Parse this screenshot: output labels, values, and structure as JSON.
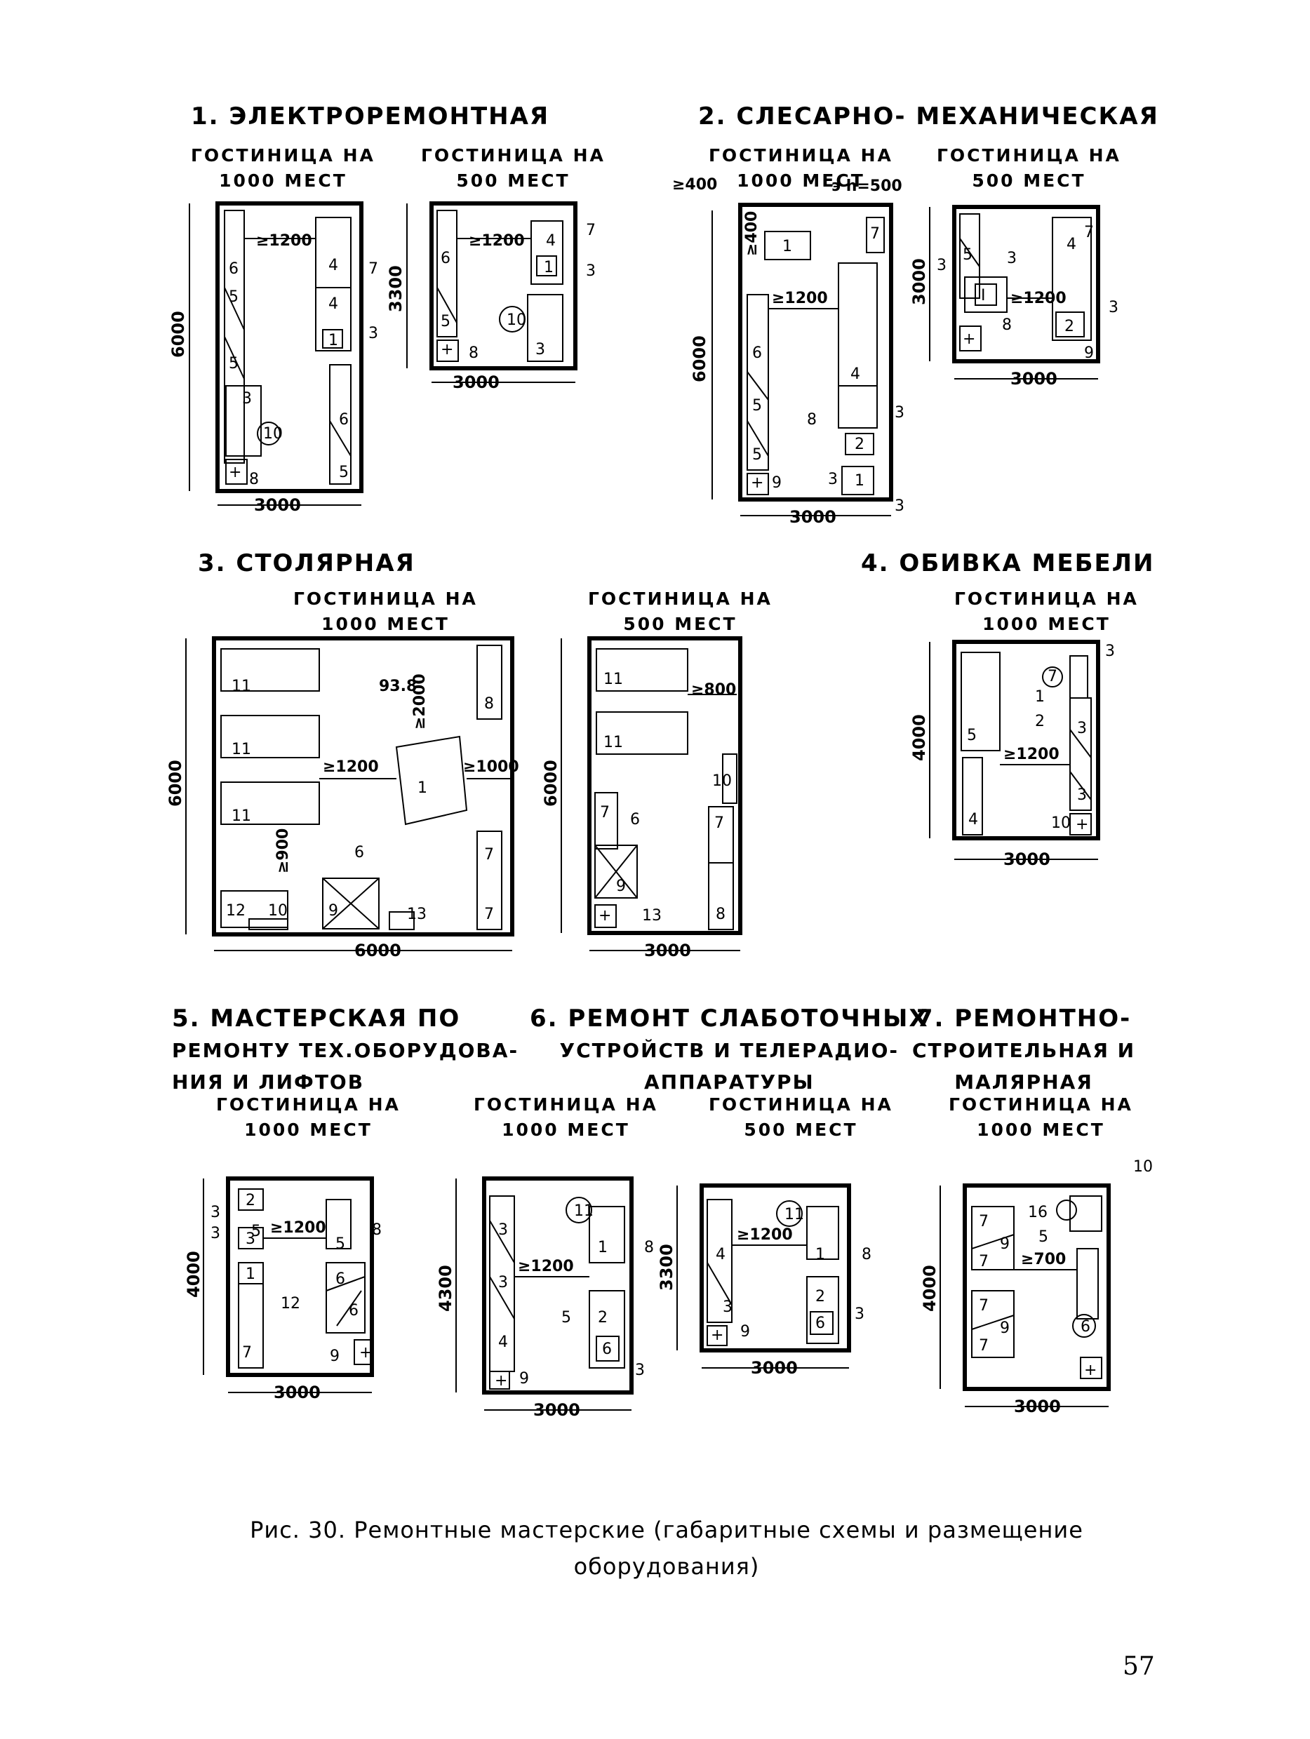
{
  "sections": {
    "s1": {
      "title": "1. ЭЛЕКТРОРЕМОНТНАЯ",
      "sub_a": [
        "ГОСТИНИЦА НА",
        "1000 МЕСТ"
      ],
      "sub_b": [
        "ГОСТИНИЦА НА",
        "500 МЕСТ"
      ]
    },
    "s2": {
      "title": "2. СЛЕСАРНО- МЕХАНИЧЕСКАЯ",
      "sub_a": [
        "ГОСТИНИЦА НА",
        "1000 МЕСТ"
      ],
      "sub_b": [
        "ГОСТИНИЦА НА",
        "500 МЕСТ"
      ]
    },
    "s3": {
      "title": "3. СТОЛЯРНАЯ",
      "sub_a": [
        "ГОСТИНИЦА НА",
        "1000 МЕСТ"
      ],
      "sub_b": [
        "ГОСТИНИЦА НА",
        "500 МЕСТ"
      ]
    },
    "s4": {
      "title": "4. ОБИВКА МЕБЕЛИ",
      "sub_a": [
        "ГОСТИНИЦА НА",
        "1000 МЕСТ"
      ]
    },
    "s5": {
      "title": [
        "5. МАСТЕРСКАЯ ПО",
        "РЕМОНТУ ТЕХ.ОБОРУДОВА-",
        "НИЯ И ЛИФТОВ"
      ],
      "sub_a": [
        "ГОСТИНИЦА НА",
        "1000 МЕСТ"
      ]
    },
    "s6": {
      "title": [
        "6. РЕМОНТ СЛАБОТОЧНЫХ",
        "УСТРОЙСТВ И ТЕЛЕРАДИО-",
        "АППАРАТУРЫ"
      ],
      "sub_a": [
        "ГОСТИНИЦА НА",
        "1000 МЕСТ"
      ],
      "sub_b": [
        "ГОСТИНИЦА НА",
        "500 МЕСТ"
      ]
    },
    "s7": {
      "title": [
        "7. РЕМОНТНО-",
        "СТРОИТЕЛЬНАЯ И",
        "МАЛЯРНАЯ"
      ],
      "sub_a": [
        "ГОСТИНИЦА НА",
        "1000 МЕСТ"
      ]
    }
  },
  "dims": {
    "d3000": "3000",
    "d6000": "6000",
    "d3300": "3300",
    "d4000": "4000",
    "d4300": "4300",
    "g1200": "≥1200",
    "g400": "≥400",
    "g1000": "≥1000",
    "g2000": "≥2000",
    "g900": "≥900",
    "g800": "≥800",
    "g700": "≥700",
    "h500": "э h=500",
    "v938": "93.8",
    "v400": "≥400"
  },
  "caption": [
    "Рис. 30. Ремонтные мастерские (габаритные схемы  и размещение",
    "оборудования)"
  ],
  "page_number": "57"
}
